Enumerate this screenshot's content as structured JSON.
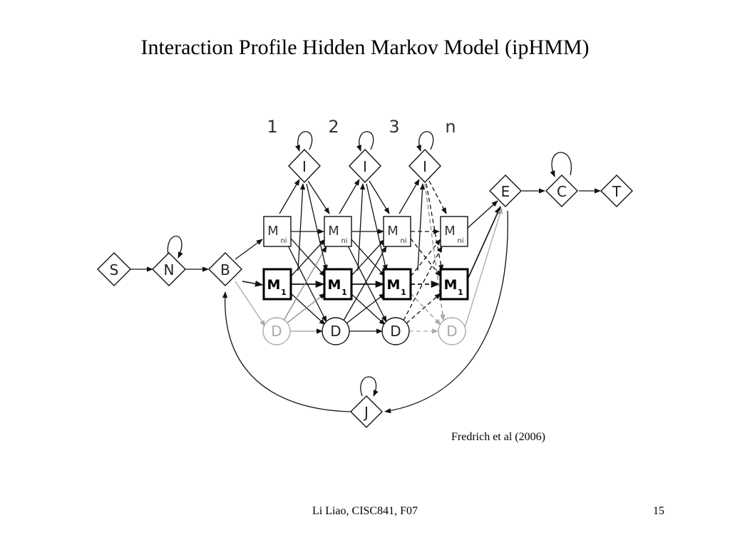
{
  "slide": {
    "title": "Interaction Profile Hidden Markov Model (ipHMM)",
    "citation": "Fredrich et al (2006)",
    "footer": "Li Liao, CISC841, F07",
    "page_number": "15"
  },
  "diagram": {
    "column_numbers": [
      "1",
      "2",
      "3",
      "n"
    ],
    "states": {
      "S": "S",
      "N": "N",
      "B": "B",
      "E": "E",
      "C": "C",
      "T": "T",
      "J": "J",
      "insert": "I",
      "match_ni_main": "M",
      "match_ni_sub": "ni",
      "match_1_main": "M",
      "match_1_sub": "1",
      "delete": "D"
    }
  }
}
